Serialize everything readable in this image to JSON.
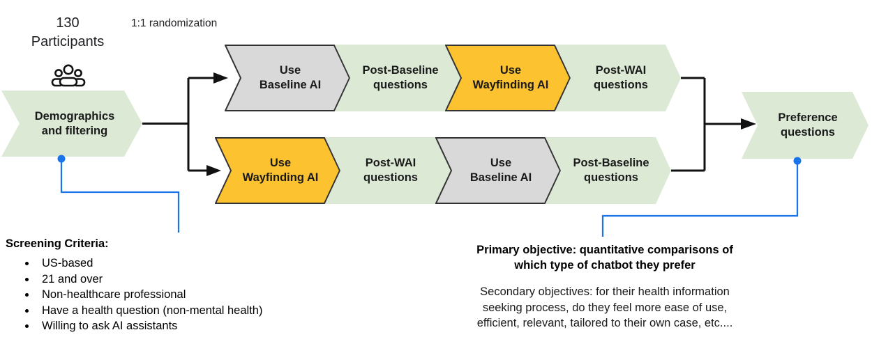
{
  "header": {
    "participants_count": "130",
    "participants_label": "Participants",
    "randomization_label": "1:1 randomization"
  },
  "flow": {
    "start": {
      "label": "Demographics\nand filtering",
      "color": "green"
    },
    "top_row": [
      {
        "label": "Use\nBaseline AI",
        "color": "gray"
      },
      {
        "label": "Post-Baseline\nquestions",
        "color": "green"
      },
      {
        "label": "Use\nWayfinding AI",
        "color": "yellow"
      },
      {
        "label": "Post-WAI\nquestions",
        "color": "green"
      }
    ],
    "bottom_row": [
      {
        "label": "Use\nWayfinding AI",
        "color": "yellow"
      },
      {
        "label": "Post-WAI\nquestions",
        "color": "green"
      },
      {
        "label": "Use\nBaseline AI",
        "color": "gray"
      },
      {
        "label": "Post-Baseline\nquestions",
        "color": "green"
      }
    ],
    "end": {
      "label": "Preference\nquestions",
      "color": "green"
    }
  },
  "screening": {
    "title": "Screening Criteria:",
    "items": [
      "US-based",
      "21 and over",
      "Non-healthcare professional",
      "Have a health question (non-mental health)",
      "Willing to ask AI assistants"
    ]
  },
  "objectives": {
    "primary": "Primary objective: quantitative comparisons of\nwhich type of chatbot they prefer",
    "secondary": "Secondary objectives: for their health information\nseeking process, do they feel more ease of use,\nefficient, relevant, tailored to their own case, etc...."
  },
  "icons": {
    "participants": "people-group-icon"
  },
  "colors": {
    "shape_green": "#dbe9d5",
    "shape_gray": "#d9d9d9",
    "shape_yellow": "#fcc230",
    "shape_border": "#333333",
    "connector_black": "#111111",
    "connector_blue": "#1a73e8"
  }
}
